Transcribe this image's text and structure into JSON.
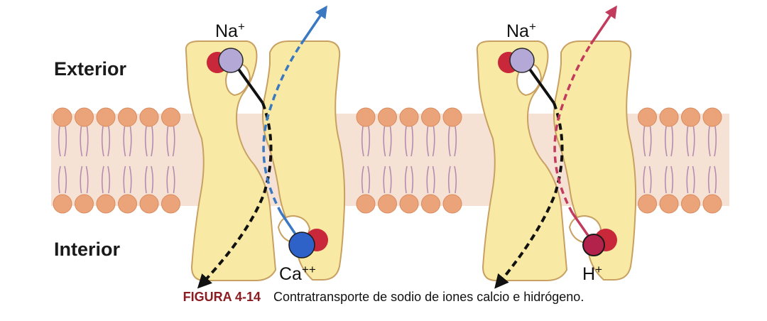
{
  "labels": {
    "exterior": "Exterior",
    "interior": "Interior"
  },
  "transporters": [
    {
      "top_ion": {
        "symbol": "Na",
        "charge": "+"
      },
      "bottom_ion": {
        "symbol": "Ca",
        "charge": "++"
      },
      "colors": {
        "top_ion": "#b4a8d6",
        "bottom_ion": "#2e62c8",
        "flow_out": "#3a78c2",
        "flow_in": "#111111"
      }
    },
    {
      "top_ion": {
        "symbol": "Na",
        "charge": "+"
      },
      "bottom_ion": {
        "symbol": "H",
        "charge": "+"
      },
      "colors": {
        "top_ion": "#b4a8d6",
        "bottom_ion": "#b2224a",
        "flow_out": "#c23a5c",
        "flow_in": "#111111"
      }
    }
  ],
  "caption": {
    "figure": "FIGURA 4-14",
    "text": "Contratransporte de sodio de iones calcio e hidrógeno."
  },
  "colors": {
    "membrane_band": "#f6e2d4",
    "lipid_head": "#eba47a",
    "lipid_tail": "#b58bb0",
    "protein_fill": "#f8eaa4",
    "protein_outline": "#c8a062",
    "binding_site": "#c8283a",
    "figure_label": "#8a1c22"
  }
}
